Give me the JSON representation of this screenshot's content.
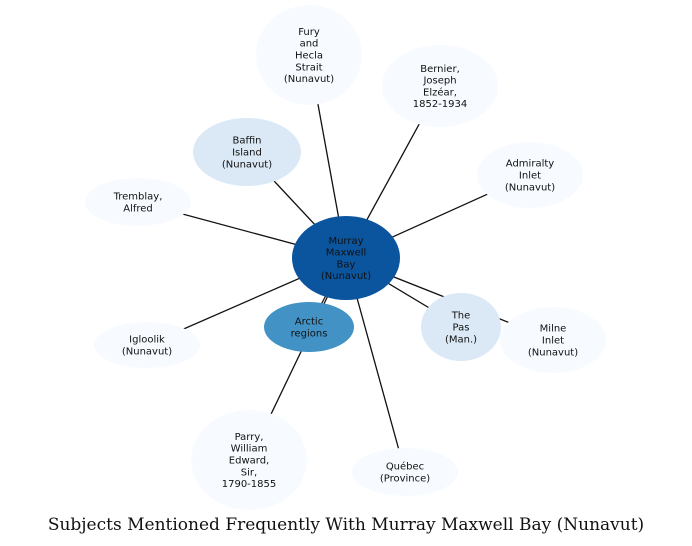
{
  "title": "Subjects Mentioned Frequently With Murray Maxwell Bay (Nunavut)",
  "center": {
    "id": "murray",
    "lines": [
      "Murray",
      "Maxwell",
      "Bay",
      "(Nunavut)"
    ],
    "fill": "#0b559f"
  },
  "nodes": [
    {
      "id": "fury",
      "lines": [
        "Fury",
        "and",
        "Hecla",
        "Strait",
        "(Nunavut)"
      ],
      "fill": "#f7fbff"
    },
    {
      "id": "bernier",
      "lines": [
        "Bernier,",
        "Joseph",
        "Elzéar,",
        "1852-1934"
      ],
      "fill": "#f7fbff"
    },
    {
      "id": "baffin",
      "lines": [
        "Baffin",
        "Island",
        "(Nunavut)"
      ],
      "fill": "#dbe9f6"
    },
    {
      "id": "admiralty",
      "lines": [
        "Admiralty",
        "Inlet",
        "(Nunavut)"
      ],
      "fill": "#f7fbff"
    },
    {
      "id": "tremblay",
      "lines": [
        "Tremblay,",
        "Alfred"
      ],
      "fill": "#f7fbff"
    },
    {
      "id": "thepas",
      "lines": [
        "The",
        "Pas",
        "(Man.)"
      ],
      "fill": "#dbe9f6"
    },
    {
      "id": "milne",
      "lines": [
        "Milne",
        "Inlet",
        "(Nunavut)"
      ],
      "fill": "#f7fbff"
    },
    {
      "id": "arctic",
      "lines": [
        "Arctic",
        "regions"
      ],
      "fill": "#4292c6"
    },
    {
      "id": "igloolik",
      "lines": [
        "Igloolik",
        "(Nunavut)"
      ],
      "fill": "#f7fbff"
    },
    {
      "id": "parry",
      "lines": [
        "Parry,",
        "William",
        "Edward,",
        "Sir,",
        "1790-1855"
      ],
      "fill": "#f7fbff"
    },
    {
      "id": "quebec",
      "lines": [
        "Québec",
        "(Province)"
      ],
      "fill": "#f7fbff"
    }
  ],
  "edges": [
    [
      "murray",
      "fury"
    ],
    [
      "murray",
      "bernier"
    ],
    [
      "murray",
      "baffin"
    ],
    [
      "murray",
      "admiralty"
    ],
    [
      "murray",
      "tremblay"
    ],
    [
      "murray",
      "thepas"
    ],
    [
      "murray",
      "milne"
    ],
    [
      "murray",
      "arctic"
    ],
    [
      "murray",
      "igloolik"
    ],
    [
      "murray",
      "parry"
    ],
    [
      "murray",
      "quebec"
    ]
  ]
}
